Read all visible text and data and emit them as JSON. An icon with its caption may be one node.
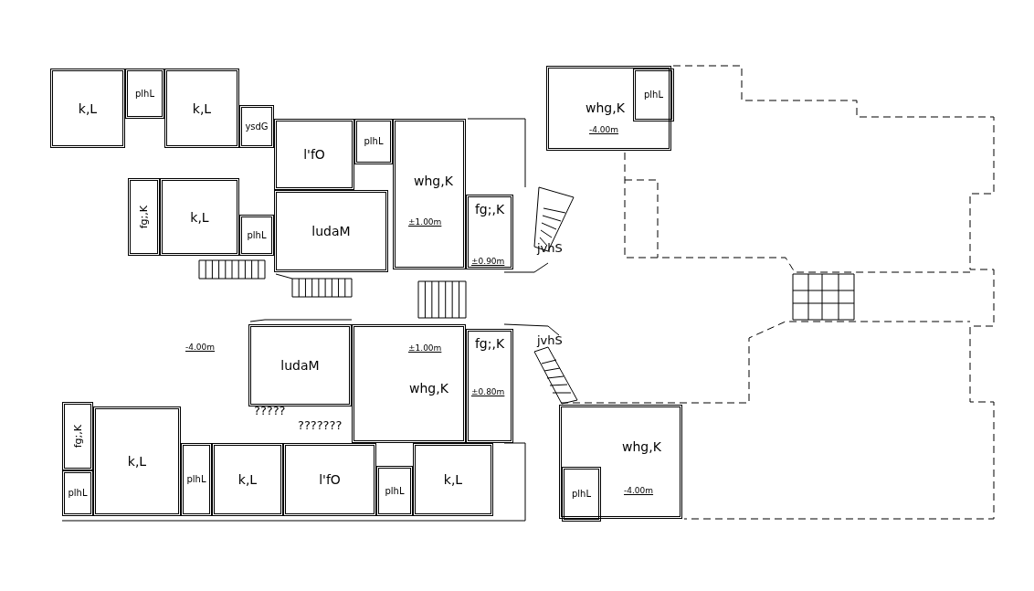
{
  "diagram": {
    "nodes": [
      {
        "text": [
          "k,L"
        ]
      },
      {
        "text": [
          "plhL"
        ]
      },
      {
        "text": [
          "k,L"
        ]
      },
      {
        "text": [
          "ysdG"
        ]
      },
      {
        "text": [
          "l'fO"
        ]
      },
      {
        "text": [
          "plhL"
        ]
      },
      {
        "text": [
          "whg,K"
        ]
      },
      {
        "text": [
          "fg;,K"
        ]
      },
      {
        "text": [
          "k,L"
        ]
      },
      {
        "text": [
          "plhL"
        ]
      },
      {
        "text": [
          "ludaM"
        ]
      },
      {
        "text": [
          "fg;,K"
        ]
      },
      {
        "text": [
          "ludaM"
        ]
      },
      {
        "text": [
          "whg,K"
        ]
      },
      {
        "text": [
          "fg;,K"
        ]
      },
      {
        "text": [
          "fg;,K"
        ]
      },
      {
        "text": [
          "plhL"
        ]
      },
      {
        "text": [
          "k,L"
        ]
      },
      {
        "text": [
          "plhL"
        ]
      },
      {
        "text": [
          "k,L"
        ]
      },
      {
        "text": [
          "l'fO"
        ]
      },
      {
        "text": [
          "plhL"
        ]
      },
      {
        "text": [
          "k,L"
        ]
      },
      {
        "text": [
          "whg,K"
        ]
      },
      {
        "text": [
          "plhL"
        ],
        "in": 23
      },
      {
        "text": [
          "whg,K"
        ]
      },
      {
        "text": [
          "plhL"
        ],
        "in": 25
      }
    ],
    "edges": [],
    "labels": [
      "-4.00m",
      "±1.00m",
      "±0.90m",
      "jvhS",
      "-4.00m",
      "jvhS",
      "±1.00m",
      "±0.80m",
      "?????",
      "???????",
      "-4.00m"
    ]
  }
}
